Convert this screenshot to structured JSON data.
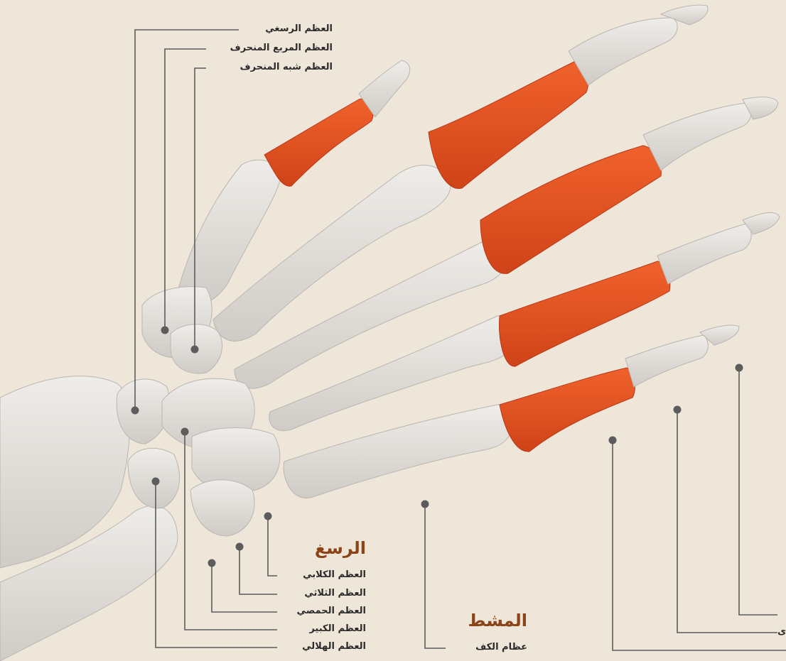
{
  "colors": {
    "background": "#efe6da",
    "bone": "#dedbd6",
    "highlight": "#e8521f",
    "heading": "#8a4417",
    "leader_line": "#5c5c5c",
    "label_text": "#2b2b2b"
  },
  "top_labels": {
    "scaphoid": "العظم الرسغي",
    "trapezium": "العظم المربع المنحرف",
    "trapezoid": "العظم شبه المنحرف"
  },
  "carpus": {
    "heading": "الرسغ",
    "hamate": "العظم الكلابي",
    "triquetrum": "العظم الثلاثي",
    "pisiform": "العظم الحمصي",
    "capitate": "العظم الكبير",
    "lunate": "العظم الهلالي"
  },
  "metacarpus": {
    "heading": "المشط",
    "metacarpals": "عظام الكف"
  },
  "phalanges": {
    "partial_label": "ى"
  }
}
